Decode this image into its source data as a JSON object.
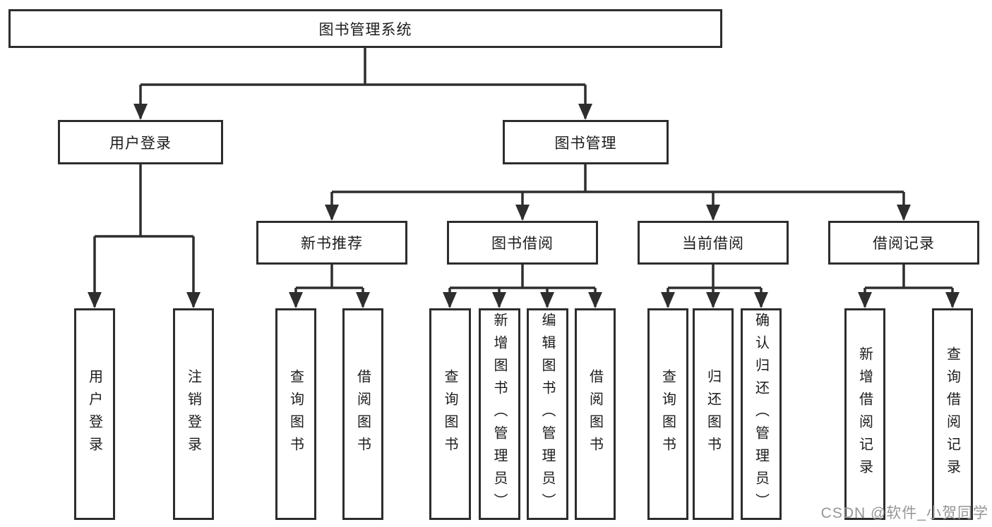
{
  "tree": {
    "label": "图书管理系统",
    "children": [
      {
        "label": "用户登录",
        "children": [
          {
            "label": "用户登录"
          },
          {
            "label": "注销登录"
          }
        ]
      },
      {
        "label": "图书管理",
        "children": [
          {
            "label": "新书推荐",
            "children": [
              {
                "label": "查询图书"
              },
              {
                "label": "借阅图书"
              }
            ]
          },
          {
            "label": "图书借阅",
            "children": [
              {
                "label": "查询图书"
              },
              {
                "label": "新增图书（管理员）"
              },
              {
                "label": "编辑图书（管理员）"
              },
              {
                "label": "借阅图书"
              }
            ]
          },
          {
            "label": "当前借阅",
            "children": [
              {
                "label": "查询图书"
              },
              {
                "label": "归还图书"
              },
              {
                "label": "确认归还（管理员）"
              }
            ]
          },
          {
            "label": "借阅记录",
            "children": [
              {
                "label": "新增借阅记录"
              },
              {
                "label": "查询借阅记录"
              }
            ]
          }
        ]
      }
    ]
  },
  "watermark": "CSDN @软件_小贺同学",
  "colors": {
    "line": "#2e2e2e",
    "border": "#2d2d2d",
    "text": "#1c1c1c",
    "watermark": "#969696",
    "background": "#ffffff"
  }
}
